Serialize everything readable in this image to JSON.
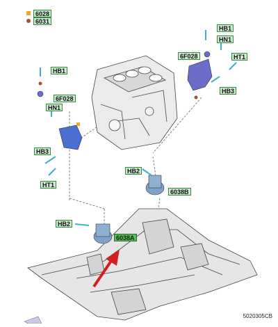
{
  "legend": {
    "items": [
      {
        "label": "6028",
        "color": "#f2a52b"
      },
      {
        "label": "6031",
        "color": "#a0522d"
      }
    ]
  },
  "callouts": {
    "hb1_top": "HB1",
    "hn1_top": "HN1",
    "f6f028_right": "6F028",
    "ht1_right": "HT1",
    "hb3_right": "HB3",
    "hb1_left": "HB1",
    "f6f028_left": "6F028",
    "hn1_left": "HN1",
    "hb3_left": "HB3",
    "ht1_left": "HT1",
    "hb2_rear": "HB2",
    "p6038b": "6038B",
    "hb2_front": "HB2",
    "p6038a": "6038A"
  },
  "reference_code": "5020305CB",
  "colors": {
    "mount_blue": "#4a6fd0",
    "bracket_purple": "#6a6ec8",
    "arrow_red": "#d21f1f",
    "leader": "#555555",
    "highlight_green": "#5cb85c"
  }
}
